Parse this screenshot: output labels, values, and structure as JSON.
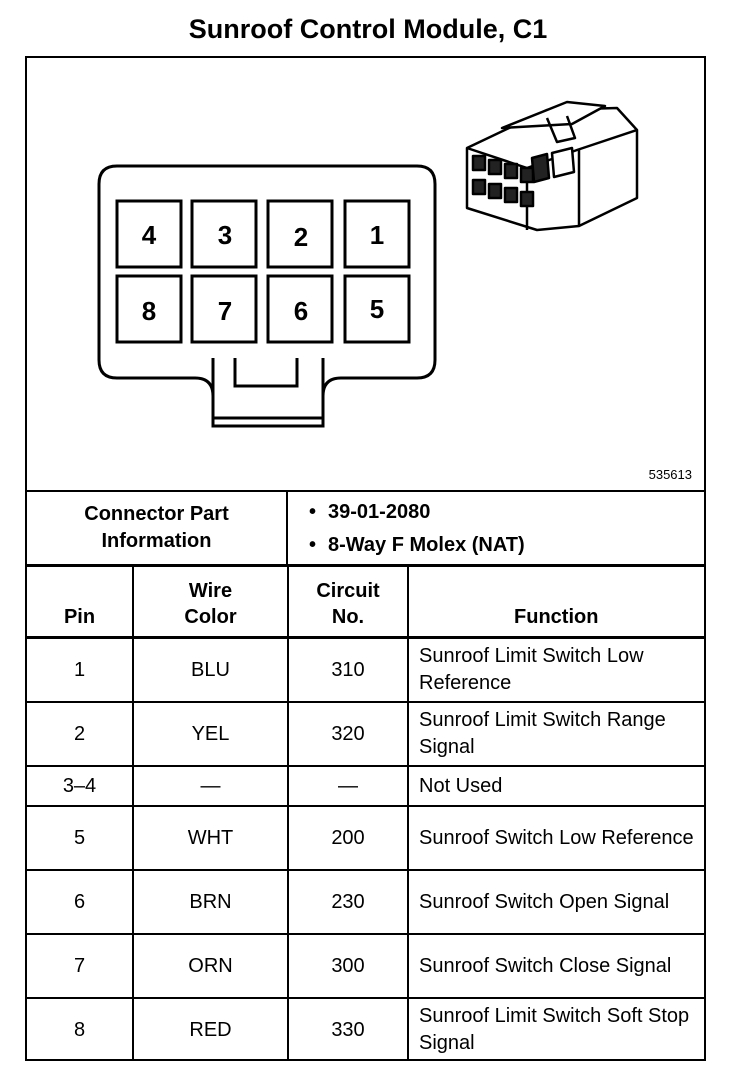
{
  "title": "Sunroof Control Module, C1",
  "figure_id": "535613",
  "connector_face": {
    "top_row": [
      "4",
      "3",
      "2",
      "1"
    ],
    "bottom_row": [
      "8",
      "7",
      "6",
      "5"
    ]
  },
  "part_info": {
    "label": "Connector Part\nInformation",
    "items": [
      "39-01-2080",
      "8-Way F Molex (NAT)"
    ]
  },
  "table": {
    "headers": [
      "Pin",
      "Wire\nColor",
      "Circuit\nNo.",
      "Function"
    ],
    "rows": [
      {
        "pin": "1",
        "color": "BLU",
        "circuit": "310",
        "function": "Sunroof Limit Switch Low Reference"
      },
      {
        "pin": "2",
        "color": "YEL",
        "circuit": "320",
        "function": "Sunroof Limit Switch Range Signal"
      },
      {
        "pin": "3–4",
        "color": "—",
        "circuit": "—",
        "function": "Not Used"
      },
      {
        "pin": "5",
        "color": "WHT",
        "circuit": "200",
        "function": "Sunroof Switch Low Reference"
      },
      {
        "pin": "6",
        "color": "BRN",
        "circuit": "230",
        "function": "Sunroof Switch Open Signal"
      },
      {
        "pin": "7",
        "color": "ORN",
        "circuit": "300",
        "function": "Sunroof Switch Close Signal"
      },
      {
        "pin": "8",
        "color": "RED",
        "circuit": "330",
        "function": "Sunroof Limit Switch Soft Stop Signal"
      }
    ]
  }
}
